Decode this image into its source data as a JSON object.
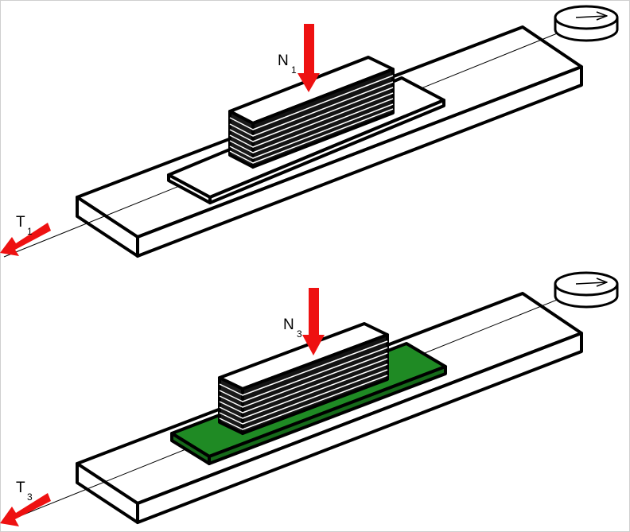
{
  "colors": {
    "stroke": "#000000",
    "fill": "#ffffff",
    "force_arrow": "#ee1111",
    "green_layer": "#1f8a24"
  },
  "top_setup": {
    "normal_force": {
      "letter": "N",
      "sub": "1"
    },
    "tension": {
      "letter": "T",
      "sub": "1"
    }
  },
  "bottom_setup": {
    "normal_force": {
      "letter": "N",
      "sub": "3"
    },
    "tension": {
      "letter": "T",
      "sub": "3"
    }
  }
}
